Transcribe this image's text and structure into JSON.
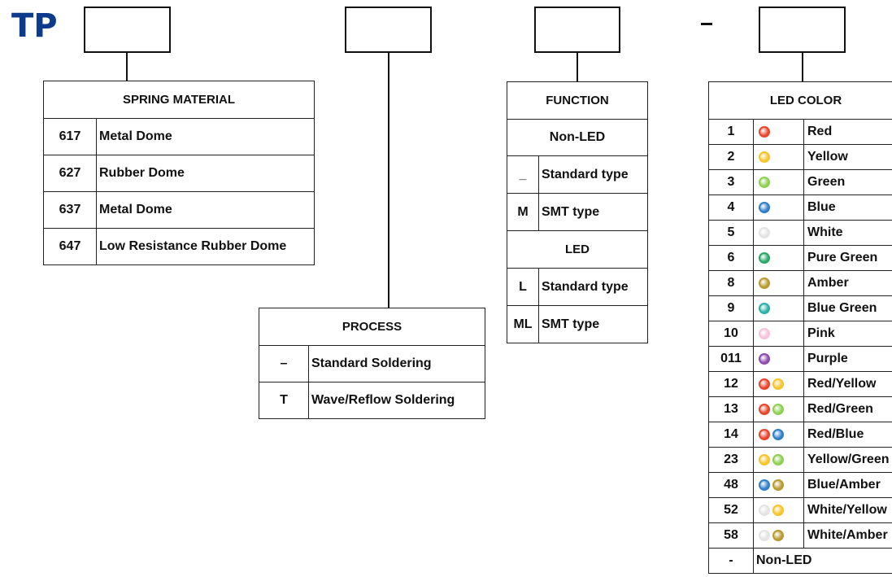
{
  "prefix": "TP",
  "separator": "–",
  "spring_material": {
    "title": "SPRING MATERIAL",
    "rows": [
      {
        "code": "617",
        "label": "Metal Dome"
      },
      {
        "code": "627",
        "label": "Rubber Dome"
      },
      {
        "code": "637",
        "label": "Metal Dome"
      },
      {
        "code": "647",
        "label": "Low Resistance Rubber Dome"
      }
    ]
  },
  "process": {
    "title": "PROCESS",
    "rows": [
      {
        "code": "–",
        "label": "Standard Soldering"
      },
      {
        "code": "T",
        "label": "Wave/Reflow Soldering"
      }
    ]
  },
  "function": {
    "title": "FUNCTION",
    "non_led_header": "Non-LED",
    "non_led_rows": [
      {
        "code": "_",
        "label": "Standard type"
      },
      {
        "code": "M",
        "label": "SMT type"
      }
    ],
    "led_header": "LED",
    "led_rows": [
      {
        "code": "L",
        "label": "Standard type"
      },
      {
        "code": "ML",
        "label": "SMT type"
      }
    ]
  },
  "led_color": {
    "title": "LED COLOR",
    "colors": {
      "red": "#e8452c",
      "yellow": "#f7c52a",
      "green": "#8cd150",
      "blue": "#2f7fc9",
      "white": "#e4e4e4",
      "pure_green": "#2aa86a",
      "amber": "#b89a2e",
      "blue_green": "#2ab0a8",
      "pink": "#f6c2dc",
      "purple": "#8e4bb0"
    },
    "rows": [
      {
        "code": "1",
        "label": "Red",
        "leds": [
          "red"
        ]
      },
      {
        "code": "2",
        "label": "Yellow",
        "leds": [
          "yellow"
        ]
      },
      {
        "code": "3",
        "label": "Green",
        "leds": [
          "green"
        ]
      },
      {
        "code": "4",
        "label": "Blue",
        "leds": [
          "blue"
        ]
      },
      {
        "code": "5",
        "label": "White",
        "leds": [
          "white"
        ]
      },
      {
        "code": "6",
        "label": "Pure Green",
        "leds": [
          "pure_green"
        ]
      },
      {
        "code": "8",
        "label": "Amber",
        "leds": [
          "amber"
        ]
      },
      {
        "code": "9",
        "label": "Blue Green",
        "leds": [
          "blue_green"
        ]
      },
      {
        "code": "10",
        "label": "Pink",
        "leds": [
          "pink"
        ]
      },
      {
        "code": "011",
        "label": "Purple",
        "leds": [
          "purple"
        ]
      },
      {
        "code": "12",
        "label": "Red/Yellow",
        "leds": [
          "red",
          "yellow"
        ]
      },
      {
        "code": "13",
        "label": "Red/Green",
        "leds": [
          "red",
          "green"
        ]
      },
      {
        "code": "14",
        "label": "Red/Blue",
        "leds": [
          "red",
          "blue"
        ]
      },
      {
        "code": "23",
        "label": "Yellow/Green",
        "leds": [
          "yellow",
          "green"
        ]
      },
      {
        "code": "48",
        "label": "Blue/Amber",
        "leds": [
          "blue",
          "amber"
        ]
      },
      {
        "code": "52",
        "label": "White/Yellow",
        "leds": [
          "white",
          "yellow"
        ]
      },
      {
        "code": "58",
        "label": "White/Amber",
        "leds": [
          "white",
          "amber"
        ]
      },
      {
        "code": "-",
        "label": "Non-LED",
        "leds": []
      }
    ]
  }
}
